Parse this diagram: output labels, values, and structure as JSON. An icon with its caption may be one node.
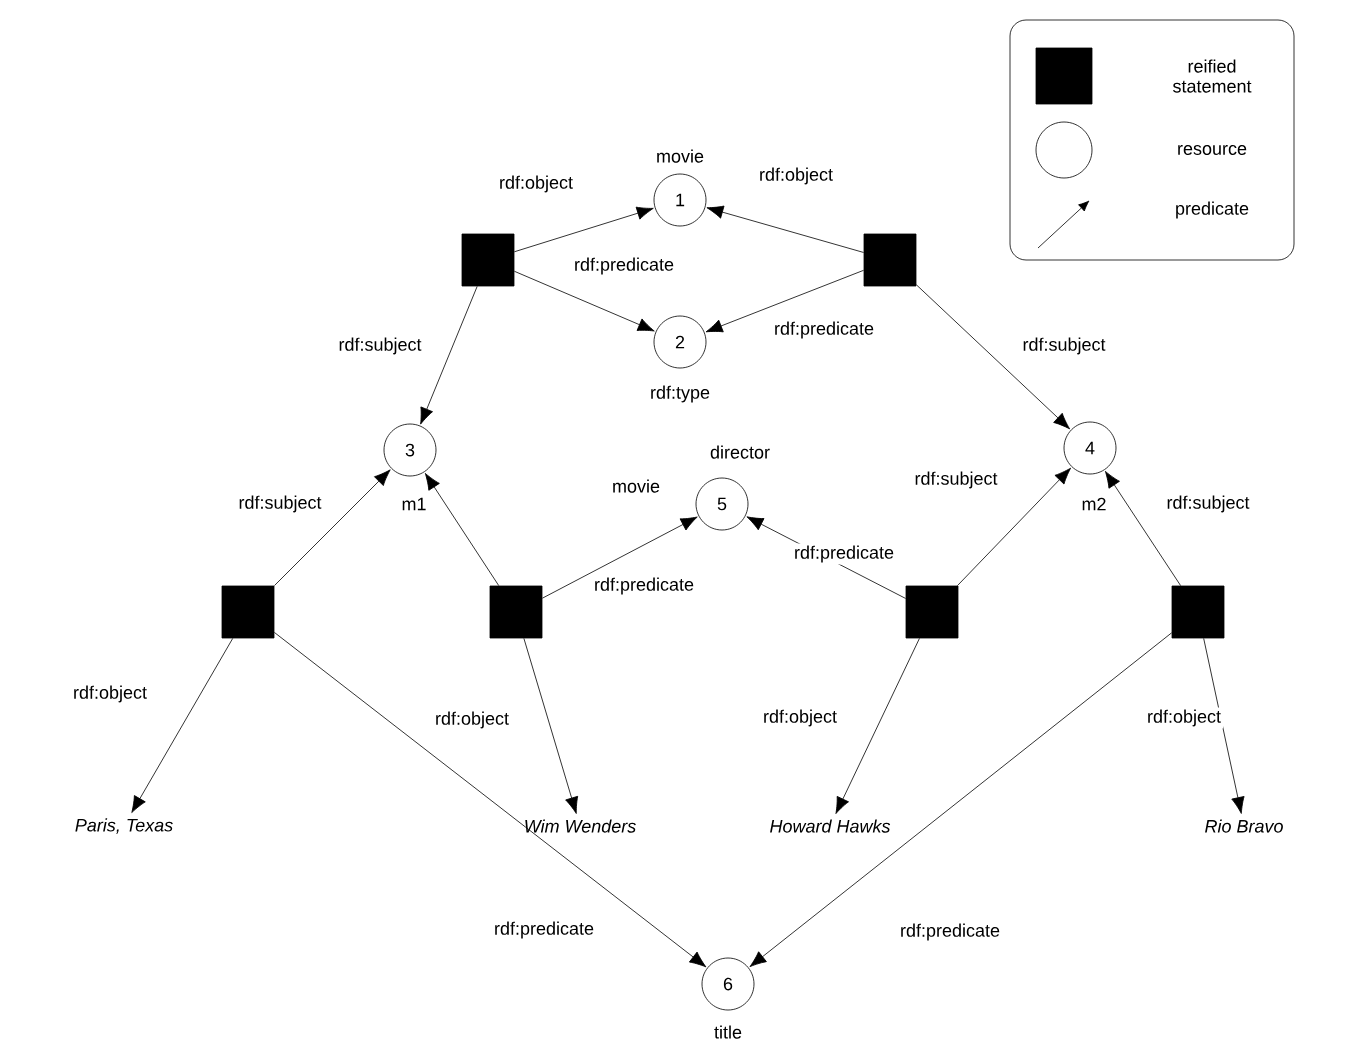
{
  "diagram": {
    "nodes": [
      {
        "text": [
          "1"
        ],
        "beside": [
          "movie"
        ]
      },
      {
        "text": [],
        "shape": "box"
      },
      {
        "text": [],
        "shape": "box"
      },
      {
        "text": [
          "2"
        ],
        "beside": [
          "rdf:type"
        ]
      },
      {
        "text": [
          "3"
        ],
        "beside": [
          "m1"
        ]
      },
      {
        "text": [
          "4"
        ],
        "beside": [
          "m2"
        ]
      },
      {
        "text": [
          "5"
        ],
        "beside": [
          "director",
          "movie"
        ]
      },
      {
        "text": [],
        "shape": "box"
      },
      {
        "text": [],
        "shape": "box"
      },
      {
        "text": [],
        "shape": "box"
      },
      {
        "text": [],
        "shape": "box"
      },
      {
        "text": [
          "Paris, Texas"
        ]
      },
      {
        "text": [
          "Wim Wenders"
        ]
      },
      {
        "text": [
          "Howard Hawks"
        ]
      },
      {
        "text": [
          "Rio Bravo"
        ]
      },
      {
        "text": [
          "6"
        ],
        "beside": [
          "title"
        ]
      }
    ],
    "edges": [
      {
        "from": 1,
        "to": 0,
        "arrow": "to",
        "label": "rdf:object"
      },
      {
        "from": 1,
        "to": 3,
        "arrow": "to",
        "label": "rdf:predicate"
      },
      {
        "from": 1,
        "to": 4,
        "arrow": "to",
        "label": "rdf:subject"
      },
      {
        "from": 2,
        "to": 0,
        "arrow": "to",
        "label": "rdf:object"
      },
      {
        "from": 2,
        "to": 3,
        "arrow": "to",
        "label": "rdf:predicate"
      },
      {
        "from": 2,
        "to": 5,
        "arrow": "to",
        "label": "rdf:subject"
      },
      {
        "from": 7,
        "to": 4,
        "arrow": "to",
        "label": "rdf:subject"
      },
      {
        "from": 7,
        "to": 11,
        "arrow": "to",
        "label": "rdf:object"
      },
      {
        "from": 7,
        "to": 15,
        "arrow": "to",
        "label": "rdf:predicate"
      },
      {
        "from": 8,
        "to": 4,
        "arrow": "to"
      },
      {
        "from": 8,
        "to": 6,
        "arrow": "to",
        "label": "rdf:predicate"
      },
      {
        "from": 8,
        "to": 12,
        "arrow": "to",
        "label": "rdf:object"
      },
      {
        "from": 9,
        "to": 6,
        "arrow": "to",
        "label": "rdf:predicate"
      },
      {
        "from": 9,
        "to": 5,
        "arrow": "to",
        "label": "rdf:subject"
      },
      {
        "from": 9,
        "to": 13,
        "arrow": "to",
        "label": "rdf:object"
      },
      {
        "from": 10,
        "to": 5,
        "arrow": "to",
        "label": "rdf:subject"
      },
      {
        "from": 10,
        "to": 14,
        "arrow": "to",
        "label": "rdf:object"
      },
      {
        "from": 10,
        "to": 15,
        "arrow": "to",
        "label": "rdf:predicate"
      }
    ],
    "legend": [
      {
        "text": "reified statement"
      },
      {
        "text": "resource"
      },
      {
        "text": "predicate"
      }
    ]
  }
}
